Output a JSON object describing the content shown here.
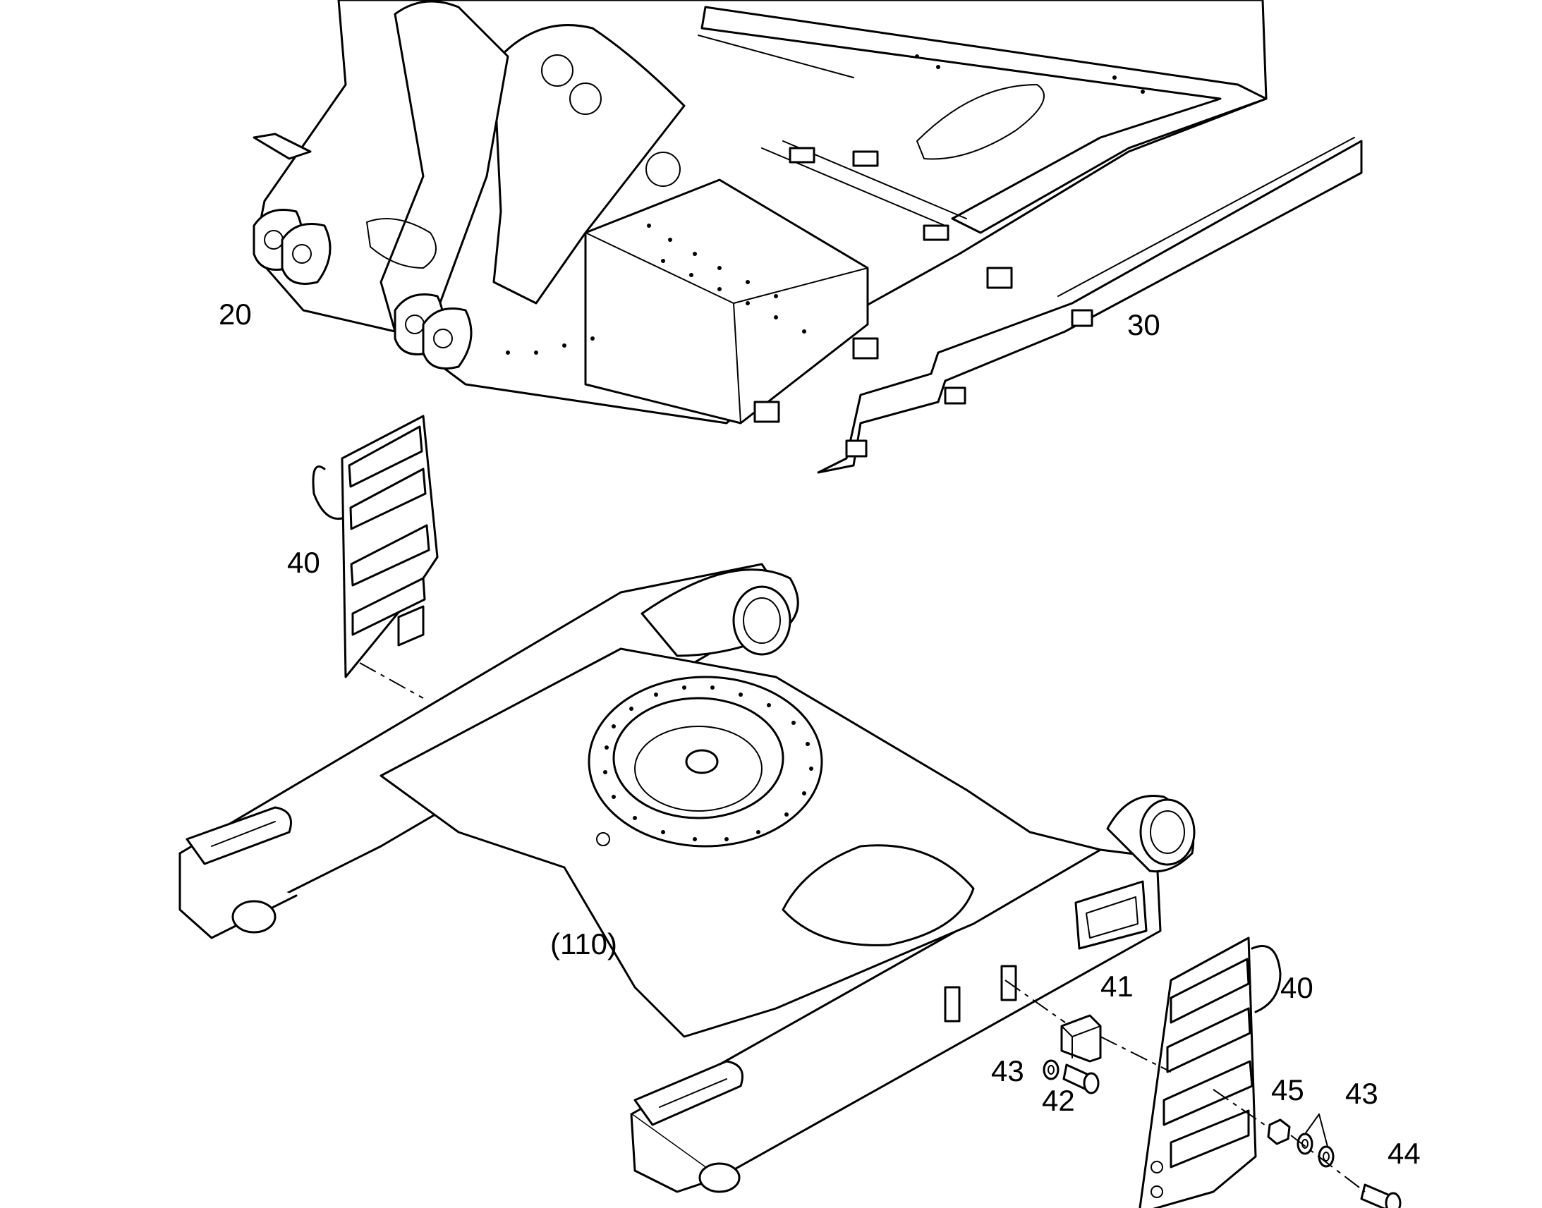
{
  "callouts": {
    "upper_frame": "20",
    "side_cover": "30",
    "ladder_left": "40",
    "ladder_right": "40",
    "lower_frame": "(110)",
    "bracket": "41",
    "bolt_bracket": "42",
    "washer_bracket": "43",
    "bolt_ladder": "44",
    "nut": "45",
    "washer_ladder": "43"
  }
}
